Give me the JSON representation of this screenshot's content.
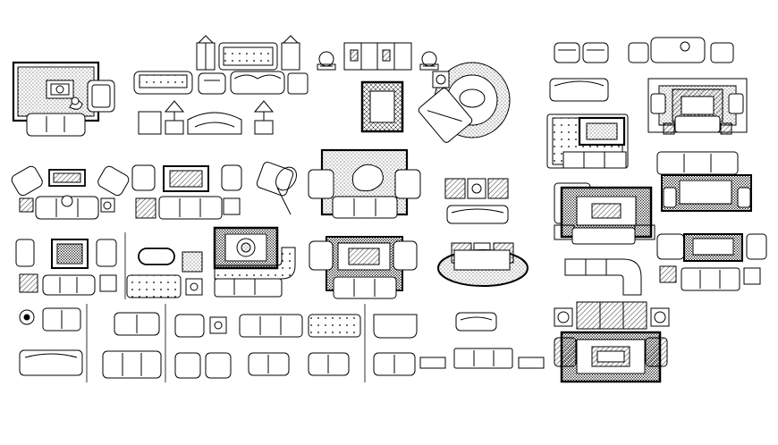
{
  "sheet": {
    "description_text": "",
    "ink_color": "#000000",
    "paper_color": "#ffffff",
    "symbols": [
      {
        "id": "living-set-rug-armchair-sofa",
        "kind": "living-room"
      },
      {
        "id": "sofa-elevations-top-row",
        "kind": "elevation"
      },
      {
        "id": "classic-sofa-elevation-with-tables",
        "kind": "elevation"
      },
      {
        "id": "round-rug-corner-living-set",
        "kind": "living-room"
      },
      {
        "id": "armchair-sofa-elevations-right",
        "kind": "elevation"
      },
      {
        "id": "corner-sofa-with-rug",
        "kind": "living-room"
      },
      {
        "id": "seating-group-plans",
        "kind": "plan"
      },
      {
        "id": "sofa-plan-grid",
        "kind": "plan"
      },
      {
        "id": "oval-rug-sofa-set",
        "kind": "living-room"
      },
      {
        "id": "large-classic-living-set",
        "kind": "living-room"
      }
    ]
  }
}
